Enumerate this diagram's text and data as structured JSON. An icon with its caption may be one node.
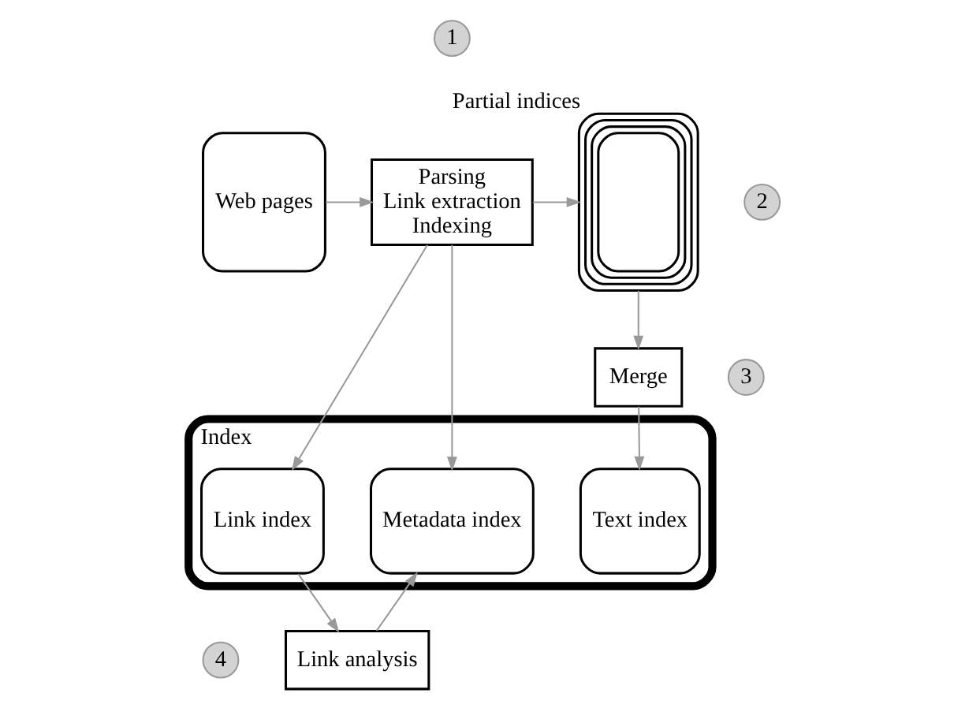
{
  "diagram": {
    "nodes": [
      {
        "text": [
          "Web pages"
        ]
      },
      {
        "text": [
          "1"
        ]
      },
      {
        "text": [
          "Parsing",
          "Link extraction",
          "Indexing"
        ]
      },
      {
        "text": [],
        "shape": "box",
        "beside": [
          "Partial indices"
        ]
      },
      {
        "text": [
          "2"
        ]
      },
      {
        "text": [
          "3"
        ]
      },
      {
        "text": [
          "Merge"
        ]
      },
      {
        "text": [
          "Index"
        ]
      },
      {
        "text": [
          "Link index"
        ],
        "in": 7
      },
      {
        "text": [
          "Metadata index"
        ],
        "in": 7
      },
      {
        "text": [
          "Text index"
        ],
        "in": 7
      },
      {
        "text": [
          "4"
        ]
      },
      {
        "text": [
          "Link analysis"
        ]
      }
    ],
    "edges": [
      {
        "from": 0,
        "to": 2,
        "arrow": "to"
      },
      {
        "from": 2,
        "to": 3,
        "arrow": "to"
      },
      {
        "from": 3,
        "to": 6,
        "arrow": "to"
      },
      {
        "from": 6,
        "to": 10,
        "arrow": "to"
      },
      {
        "from": 2,
        "to": 8,
        "arrow": "to"
      },
      {
        "from": 2,
        "to": 9,
        "arrow": "to"
      },
      {
        "from": 8,
        "to": 12,
        "arrow": "to"
      },
      {
        "from": 12,
        "to": 9,
        "arrow": "to"
      }
    ]
  }
}
